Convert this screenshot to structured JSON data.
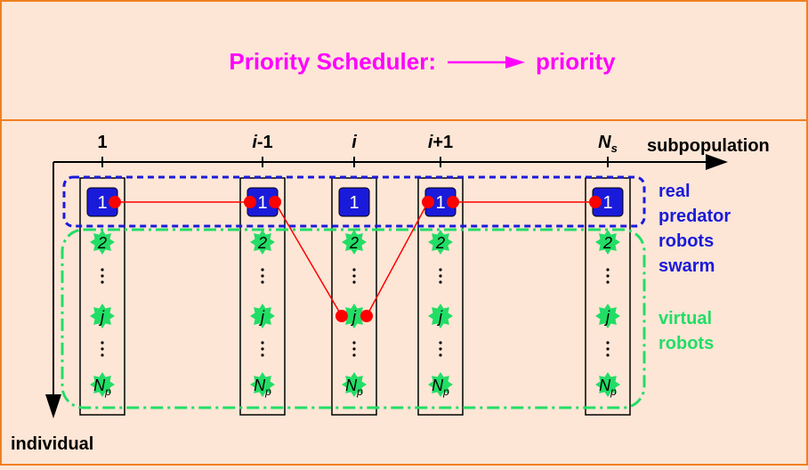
{
  "header": {
    "title_left": "Priority Scheduler:",
    "title_right": "priority"
  },
  "axes": {
    "x_label": "subpopulation",
    "y_label": "individual"
  },
  "columns": [
    {
      "label": "1",
      "italic": false,
      "selected_row": "1"
    },
    {
      "label": "i-1",
      "italic": true,
      "selected_row": "1"
    },
    {
      "label": "i",
      "italic": true,
      "selected_row": "j"
    },
    {
      "label": "i+1",
      "italic": true,
      "selected_row": "1"
    },
    {
      "label": "Ns",
      "italic": true,
      "selected_row": "1"
    }
  ],
  "rows": [
    "1",
    "2",
    "j",
    "Np"
  ],
  "legend": {
    "real": [
      "real",
      "predator",
      "robots",
      "swarm"
    ],
    "virtual": [
      "virtual",
      "robots"
    ]
  },
  "colors": {
    "title": "#ff00ff",
    "real": "#1a1adb",
    "virtual": "#22dd66",
    "path": "#ff0000",
    "border": "#f08020",
    "background": "#fde6d6"
  }
}
